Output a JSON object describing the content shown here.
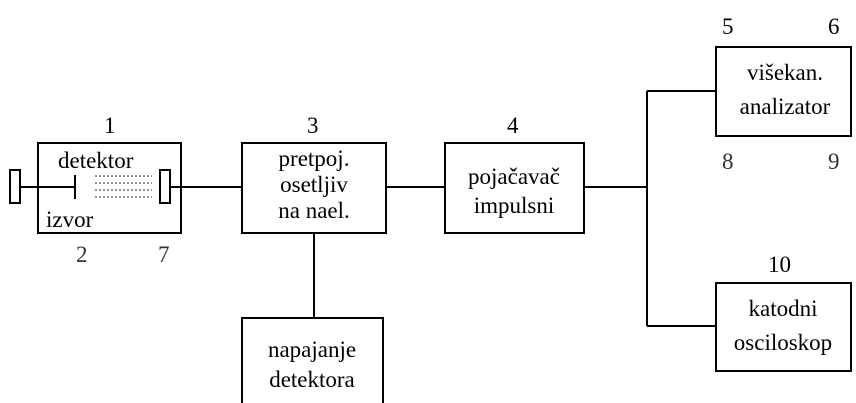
{
  "detector": {
    "number": "1",
    "label": "detektor",
    "source_label": "izvor",
    "source_number": "2",
    "window_number": "7"
  },
  "preamp": {
    "number": "3",
    "lines": [
      "pretpoj.",
      "osetljiv",
      "na nael."
    ]
  },
  "amplifier": {
    "number": "4",
    "lines": [
      "pojačavač",
      "impulsni"
    ]
  },
  "analyzer": {
    "numbers_top": [
      "5",
      "6"
    ],
    "numbers_bottom": [
      "8",
      "9"
    ],
    "lines": [
      "višekan.",
      "analizator"
    ]
  },
  "oscilloscope": {
    "number": "10",
    "lines": [
      "katodni",
      "osciloskop"
    ]
  },
  "power_supply": {
    "lines": [
      "napajanje",
      "detektora"
    ]
  }
}
